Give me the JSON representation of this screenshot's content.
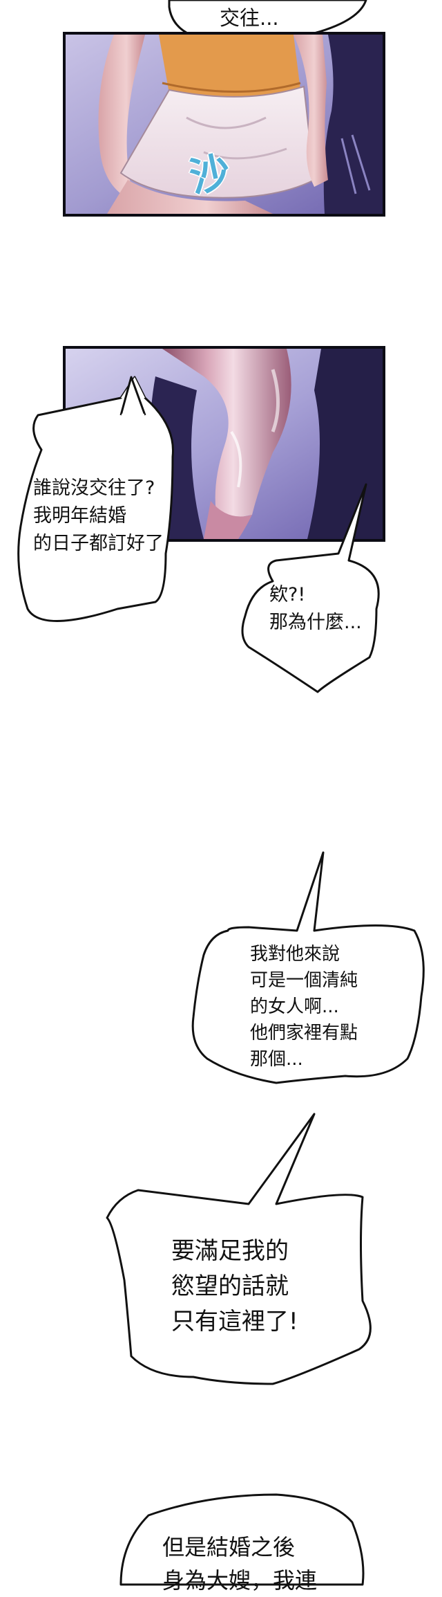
{
  "panels": [
    {
      "name": "panel-skirt",
      "sfx": "沙"
    },
    {
      "name": "panel-legs"
    }
  ],
  "bubbles": {
    "b1": "交往...",
    "b2": "誰說沒交往了?\n我明年結婚\n的日子都訂好了",
    "b3": "欸?!\n那為什麼...",
    "b4": "我對他來說\n可是一個清純\n的女人啊...\n他們家裡有點\n那個...",
    "b5": "要滿足我的\n慾望的話就\n只有這裡了!",
    "b6": "但是結婚之後\n身為大嫂，我連"
  },
  "colors": {
    "ink": "#111111",
    "panel_border": "#0c0c14",
    "sfx": "#4fb0d8"
  }
}
